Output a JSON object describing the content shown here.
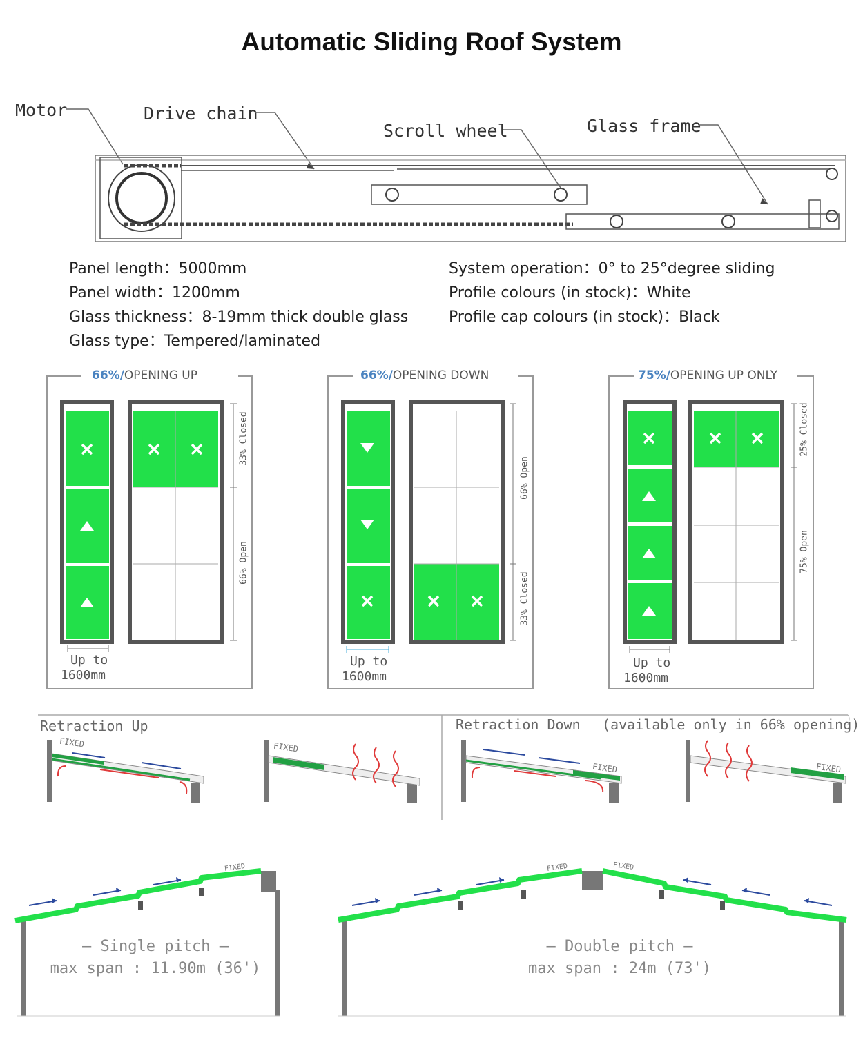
{
  "title": "Automatic Sliding Roof System",
  "callouts": {
    "motor": "Motor",
    "drive_chain": "Drive chain",
    "scroll_wheel": "Scroll wheel",
    "glass_frame": "Glass frame"
  },
  "specs_left": [
    "Panel length：5000mm",
    "Panel width：1200mm",
    "Glass thickness：8-19mm thick double glass",
    "Glass type：Tempered/laminated"
  ],
  "specs_right": [
    "System operation：0° to 25°degree sliding",
    "Profile colours (in stock)：White",
    "Profile cap colours (in stock)：Black"
  ],
  "cards": [
    {
      "pct": "66%/",
      "label": "OPENING UP",
      "closed_label": "33% Closed",
      "open_label": "66% Open",
      "up_to": "Up to",
      "size": "1600mm"
    },
    {
      "pct": "66%/",
      "label": "OPENING DOWN",
      "closed_label": "33% Closed",
      "open_label": "66% Open",
      "up_to": "Up to",
      "size": "1600mm"
    },
    {
      "pct": "75%/",
      "label": "OPENING UP ONLY",
      "closed_label": "25% Closed",
      "open_label": "75% Open",
      "up_to": "Up to",
      "size": "1600mm"
    }
  ],
  "retraction": {
    "up_label": "Retraction Up",
    "down_label": "Retraction Down",
    "down_note": "(available only in 66% opening)",
    "fixed": "FIXED"
  },
  "pitch": {
    "single_title": "— Single pitch —",
    "single_span": "max span : 11.90m (36')",
    "double_title": "— Double pitch —",
    "double_span": "max span : 24m (73')",
    "fixed": "FIXED"
  },
  "colors": {
    "green": "#22e04a",
    "frame": "#555555",
    "arrow_blue": "#2c4a9e",
    "arrow_red": "#e03a3a",
    "accent_blue": "#4a83c0"
  }
}
